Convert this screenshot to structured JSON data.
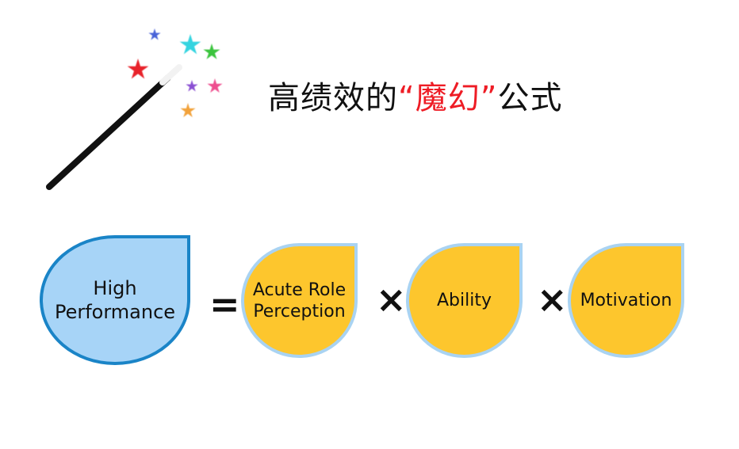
{
  "title": {
    "prefix": "高绩效的",
    "highlight": "“魔幻”",
    "suffix": "公式"
  },
  "equation": {
    "result": "High\nPerformance",
    "equals": "=",
    "times": "×",
    "factors": [
      {
        "label": "Acute Role\nPerception"
      },
      {
        "label": "Ability"
      },
      {
        "label": "Motivation"
      }
    ]
  },
  "colors": {
    "result_fill": "#a7d4f7",
    "result_border": "#1a84c7",
    "factor_fill": "#fdc62d",
    "factor_border": "#a9d3f2",
    "title_highlight": "#ee1c25"
  },
  "icons": {
    "wand": "magic-wand-icon",
    "stars": [
      "star-blue-icon",
      "star-cyan-icon",
      "star-green-icon",
      "star-red-icon",
      "star-purple-icon",
      "star-pink-icon",
      "star-orange-icon"
    ]
  }
}
